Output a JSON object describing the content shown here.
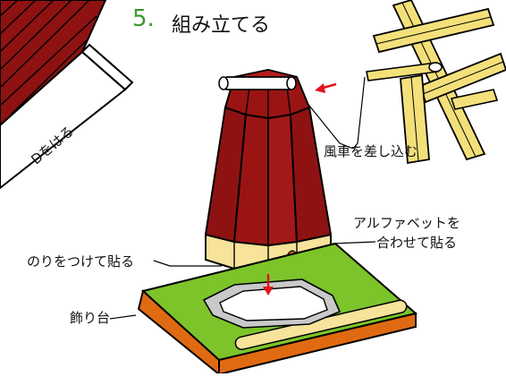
{
  "step": {
    "number": "5.",
    "title": "組み立てる"
  },
  "labels": {
    "attach_d": "Dをはる",
    "insert_blades": "風車を差し込む",
    "alphabet_line1": "アルファベットを",
    "alphabet_line2": "合わせて貼る",
    "glue": "のりをつけて貼る",
    "base": "飾り台"
  },
  "colors": {
    "roof_red": "#9b1414",
    "wall_cream": "#f7e39a",
    "base_green": "#7cc42a",
    "base_orange": "#e06a12",
    "blade_yellow": "#f4e07a",
    "arrow_red": "#e0141e"
  }
}
